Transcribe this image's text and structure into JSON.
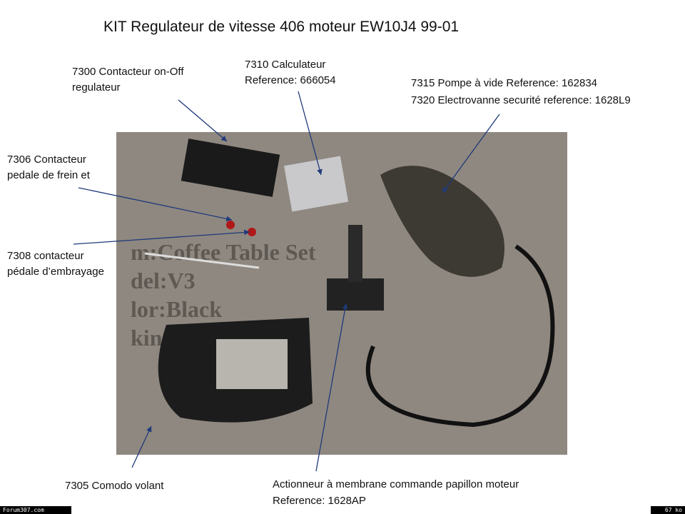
{
  "title": "KIT Regulateur de vitesse 406 moteur EW10J4 99-01",
  "labels": {
    "l7300a": "7300 Contacteur on-Off",
    "l7300b": "regulateur",
    "l7310a": "7310 Calculateur",
    "l7310b": "Reference:  666054",
    "l7315": "7315 Pompe à vide Reference:  162834",
    "l7320": "7320 Electrovanne securité reference:  1628L9",
    "l7306a": "7306 Contacteur",
    "l7306b": "pedale de frein et",
    "l7308a": "7308 contacteur",
    "l7308b": "pédale d’embrayage",
    "l7305": "7305 Comodo volant",
    "lactA": "Actionneur à membrane commande papillon moteur",
    "lactB": "Reference:  1628AP"
  },
  "footer": {
    "site": "Forum307.com",
    "size": "67 ko"
  }
}
